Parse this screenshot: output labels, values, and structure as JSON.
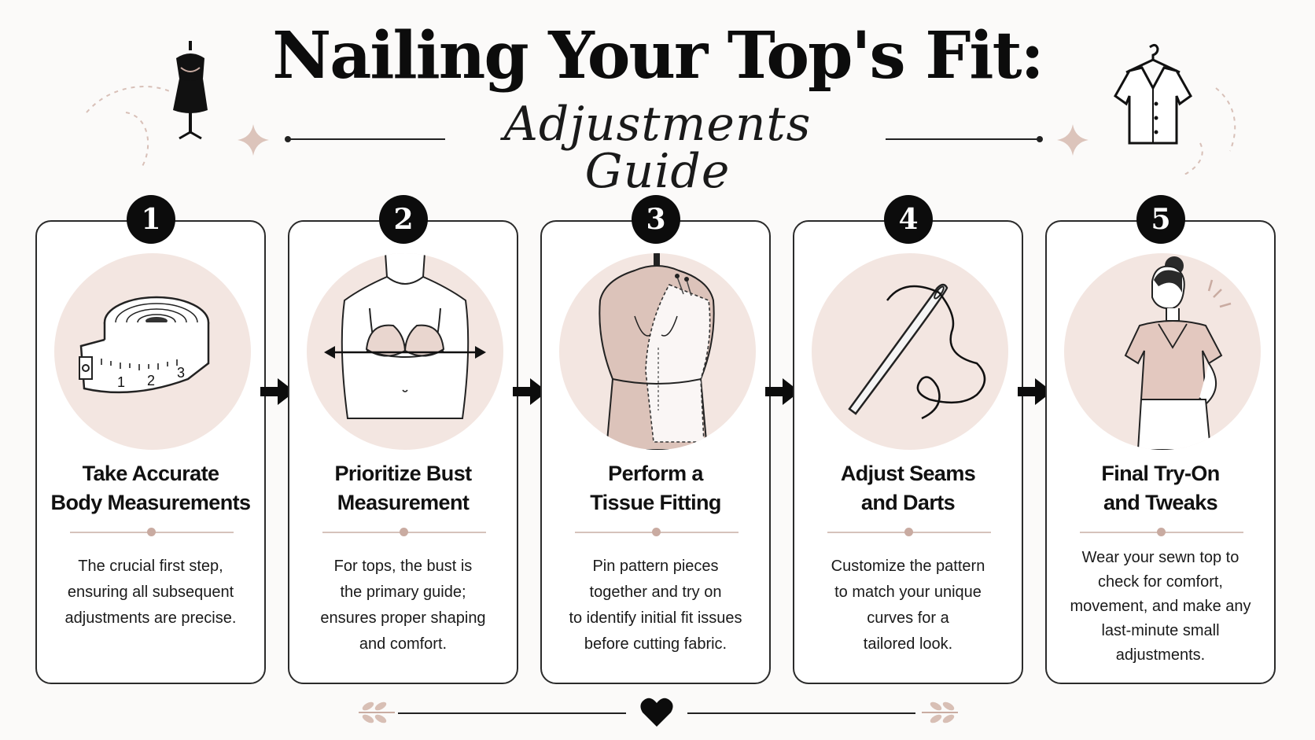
{
  "header": {
    "title": "Nailing Your Top's Fit:",
    "subtitle": "Adjustments Guide"
  },
  "colors": {
    "accent_blush": "#f3e6e1",
    "accent_rose": "#c9aba1",
    "ink": "#0c0c0c",
    "card_border": "#2b2b2b"
  },
  "icons": {
    "header_left": "dress-form-icon",
    "header_right": "blouse-on-hanger-icon",
    "footer_center": "heart-icon",
    "footer_sides": "leaf-sprig-icon"
  },
  "steps": [
    {
      "number": "1",
      "title_lines": [
        "Take Accurate",
        "Body Measurements"
      ],
      "description_lines": [
        "The crucial first step,",
        "ensuring all subsequent",
        "adjustments are precise."
      ],
      "tape_numbers": [
        "1",
        "2",
        "3"
      ],
      "illustration": "measuring-tape-icon"
    },
    {
      "number": "2",
      "title_lines": [
        "Prioritize Bust",
        "Measurement"
      ],
      "description_lines": [
        "For tops, the bust is",
        "the primary guide;",
        "ensures proper shaping",
        "and comfort."
      ],
      "illustration": "bust-measurement-icon"
    },
    {
      "number": "3",
      "title_lines": [
        "Perform a",
        "Tissue Fitting"
      ],
      "description_lines": [
        "Pin pattern pieces",
        "together and try on",
        "to identify initial fit issues",
        "before cutting fabric."
      ],
      "illustration": "dress-form-pattern-icon"
    },
    {
      "number": "4",
      "title_lines": [
        "Adjust Seams",
        "and Darts"
      ],
      "description_lines": [
        "Customize the pattern",
        "to match your unique",
        "curves for a",
        "tailored look."
      ],
      "illustration": "needle-thread-icon"
    },
    {
      "number": "5",
      "title_lines": [
        "Final Try-On",
        "and Tweaks"
      ],
      "description_lines": [
        "Wear your sewn top to",
        "check for comfort,",
        "movement, and make any",
        "last-minute small",
        "adjustments."
      ],
      "illustration": "woman-try-on-icon"
    }
  ]
}
